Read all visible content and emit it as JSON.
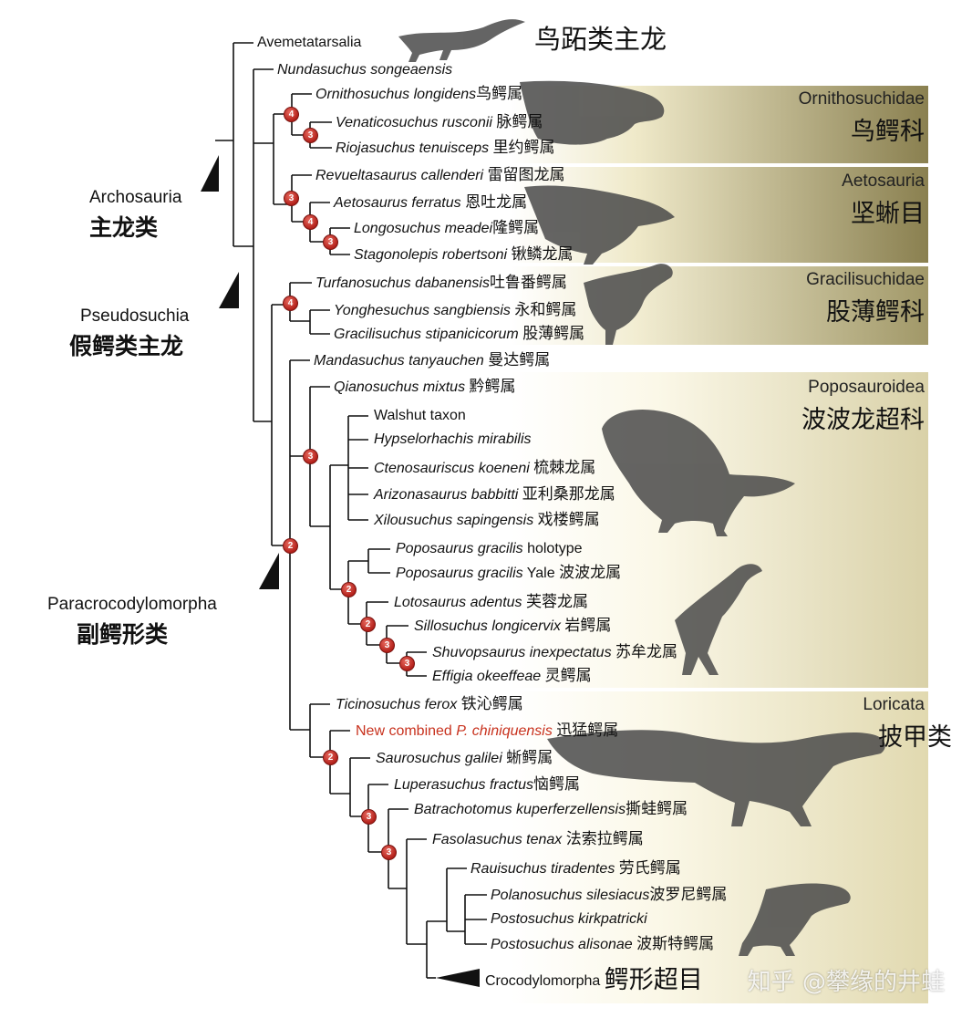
{
  "colors": {
    "band_dark": "#8a8050",
    "band_light": "#fbf8e8",
    "node_fill": "#c0281e",
    "highlight_text": "#c8321e",
    "silhouette": "#3e3e3e"
  },
  "title_clade": {
    "en": "Avemetatarsalia",
    "zh": "鸟跖类主龙"
  },
  "taxa": [
    {
      "sci": "Nundasuchus songeaensis",
      "cn": ""
    },
    {
      "sci": "Ornithosuchus longidens",
      "cn": "鸟鳄属"
    },
    {
      "sci": "Venaticosuchus rusconii",
      "cn": "脉鳄属"
    },
    {
      "sci": "Riojasuchus tenuisceps",
      "cn": "里约鳄属"
    },
    {
      "sci": "Revueltasaurus callenderi",
      "cn": "雷留图龙属"
    },
    {
      "sci": "Aetosaurus ferratus",
      "cn": "恩吐龙属"
    },
    {
      "sci": "Longosuchus meadei",
      "cn": "隆鳄属"
    },
    {
      "sci": "Stagonolepis robertsoni",
      "cn": "锹鳞龙属"
    },
    {
      "sci": "Turfanosuchus dabanensis",
      "cn": "吐鲁番鳄属"
    },
    {
      "sci": "Yonghesuchus sangbiensis",
      "cn": "永和鳄属"
    },
    {
      "sci": "Gracilisuchus stipanicicorum",
      "cn": "股薄鳄属"
    },
    {
      "sci": "Mandasuchus tanyauchen",
      "cn": "曼达鳄属"
    },
    {
      "sci": "Qianosuchus mixtus",
      "cn": "黔鳄属"
    },
    {
      "sci": "Walshut taxon",
      "cn": ""
    },
    {
      "sci": "Hypselorhachis mirabilis",
      "cn": ""
    },
    {
      "sci": "Ctenosauriscus koeneni",
      "cn": "梳棘龙属"
    },
    {
      "sci": "Arizonasaurus babbitti",
      "cn": "亚利桑那龙属"
    },
    {
      "sci": "Xilousuchus sapingensis",
      "cn": "戏楼鳄属"
    },
    {
      "sci": "Poposaurus gracilis",
      "suffix": "holotype",
      "cn": ""
    },
    {
      "sci": "Poposaurus gracilis",
      "suffix": "Yale",
      "cn": "波波龙属"
    },
    {
      "sci": "Lotosaurus adentus",
      "cn": "芙蓉龙属"
    },
    {
      "sci": "Sillosuchus longicervix",
      "cn": "岩鳄属"
    },
    {
      "sci": "Shuvopsaurus inexpectatus",
      "cn": "苏牟龙属"
    },
    {
      "sci": "Effigia okeeffeae",
      "cn": "灵鳄属"
    },
    {
      "sci": "Ticinosuchus ferox",
      "cn": "铁沁鳄属"
    },
    {
      "sci": "New combined P. chiniquensis",
      "cn": "迅猛鳄属"
    },
    {
      "sci": "Saurosuchus galilei",
      "cn": "蜥鳄属"
    },
    {
      "sci": "Luperasuchus fractus",
      "cn": "恼鳄属"
    },
    {
      "sci": "Batrachotomus kuperferzellensis",
      "cn": "撕蛙鳄属"
    },
    {
      "sci": "Fasolasuchus tenax",
      "cn": "法索拉鳄属"
    },
    {
      "sci": "Rauisuchus tiradentes",
      "cn": "劳氏鳄属"
    },
    {
      "sci": "Polanosuchus silesiacus",
      "cn": "波罗尼鳄属"
    },
    {
      "sci": "Postosuchus kirkpatricki",
      "cn": ""
    },
    {
      "sci": "Postosuchus alisonae",
      "cn": "波斯特鳄属"
    },
    {
      "sci": "Crocodylomorpha",
      "cn": "鳄形超目"
    }
  ],
  "clades": [
    {
      "en": "Ornithosuchidae",
      "zh": "鸟鳄科"
    },
    {
      "en": "Aetosauria",
      "zh": "坚蜥目"
    },
    {
      "en": "Gracilisuchidae",
      "zh": "股薄鳄科"
    },
    {
      "en": "Poposauroidea",
      "zh": "波波龙超科"
    },
    {
      "en": "Loricata",
      "zh": "披甲类"
    }
  ],
  "groups": [
    {
      "en": "Archosauria",
      "zh": "主龙类"
    },
    {
      "en": "Pseudosuchia",
      "zh": "假鳄类主龙"
    },
    {
      "en": "Paracrocodylomorpha",
      "zh": "副鳄形类"
    }
  ],
  "node_labels": [
    "4",
    "3",
    "3",
    "4",
    "3",
    "4",
    "3",
    "2",
    "2",
    "2",
    "3",
    "2",
    "3",
    "3"
  ],
  "watermark": "知乎 @攀缘的井蛙"
}
